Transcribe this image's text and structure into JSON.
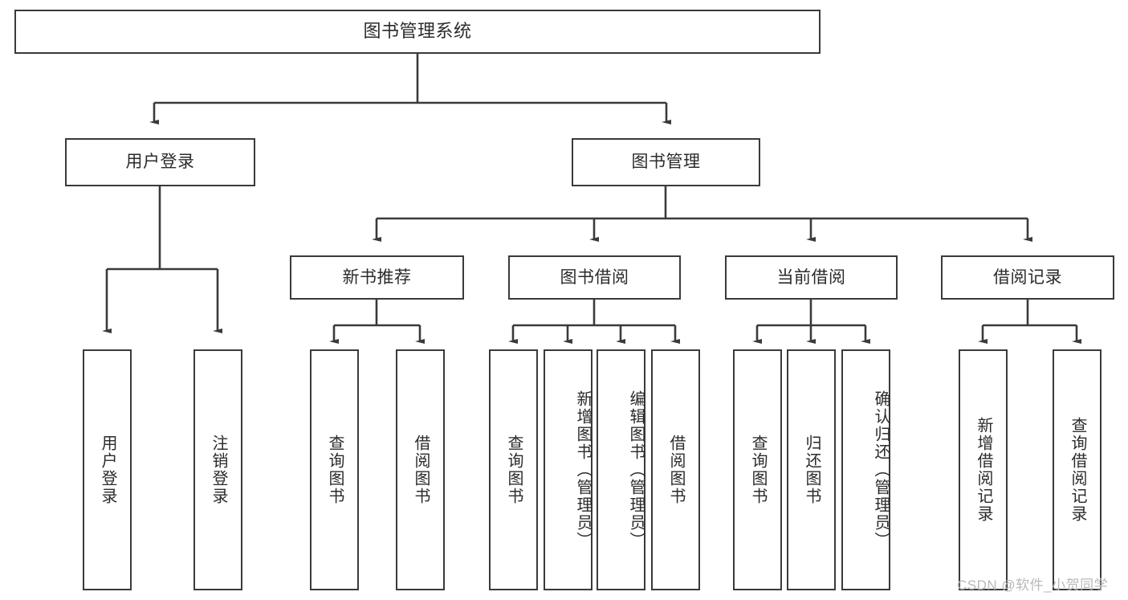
{
  "diagram": {
    "title": "图书管理系统",
    "type": "hierarchy-tree",
    "background_color": "#ffffff",
    "line_color": "#3a3a3a",
    "text_color": "#2b2b2b"
  },
  "nodes": {
    "root": {
      "label": "图书管理系统"
    },
    "level2": [
      {
        "id": "user-login",
        "label": "用户登录"
      },
      {
        "id": "book-management",
        "label": "图书管理"
      }
    ],
    "level3": [
      {
        "id": "new-book-recommend",
        "label": "新书推荐"
      },
      {
        "id": "book-borrow",
        "label": "图书借阅"
      },
      {
        "id": "current-borrow",
        "label": "当前借阅"
      },
      {
        "id": "borrow-record",
        "label": "借阅记录"
      }
    ],
    "leaves": {
      "user-login": [
        {
          "id": "leaf-user-login",
          "label": "用户登录",
          "align": "mid"
        },
        {
          "id": "leaf-logout",
          "label": "注销登录",
          "align": "mid"
        }
      ],
      "new-book-recommend": [
        {
          "id": "leaf-query-book-1",
          "label": "查询图书",
          "align": "mid"
        },
        {
          "id": "leaf-borrow-book-1",
          "label": "借阅图书",
          "align": "mid"
        }
      ],
      "book-borrow": [
        {
          "id": "leaf-query-book-2",
          "label": "查询图书",
          "align": "mid"
        },
        {
          "id": "leaf-add-book",
          "label": "新增图书（管理员）",
          "align": "top"
        },
        {
          "id": "leaf-edit-book",
          "label": "编辑图书（管理员）",
          "align": "top"
        },
        {
          "id": "leaf-borrow-book-2",
          "label": "借阅图书",
          "align": "mid"
        }
      ],
      "current-borrow": [
        {
          "id": "leaf-query-book-3",
          "label": "查询图书",
          "align": "mid"
        },
        {
          "id": "leaf-return-book",
          "label": "归还图书",
          "align": "mid"
        },
        {
          "id": "leaf-confirm-return",
          "label": "确认归还（管理员）",
          "align": "top"
        }
      ],
      "borrow-record": [
        {
          "id": "leaf-add-record",
          "label": "新增借阅记录",
          "align": "mid"
        },
        {
          "id": "leaf-query-record",
          "label": "查询借阅记录",
          "align": "mid"
        }
      ]
    }
  },
  "watermark": {
    "text": "CSDN @软件_小贺同学"
  }
}
